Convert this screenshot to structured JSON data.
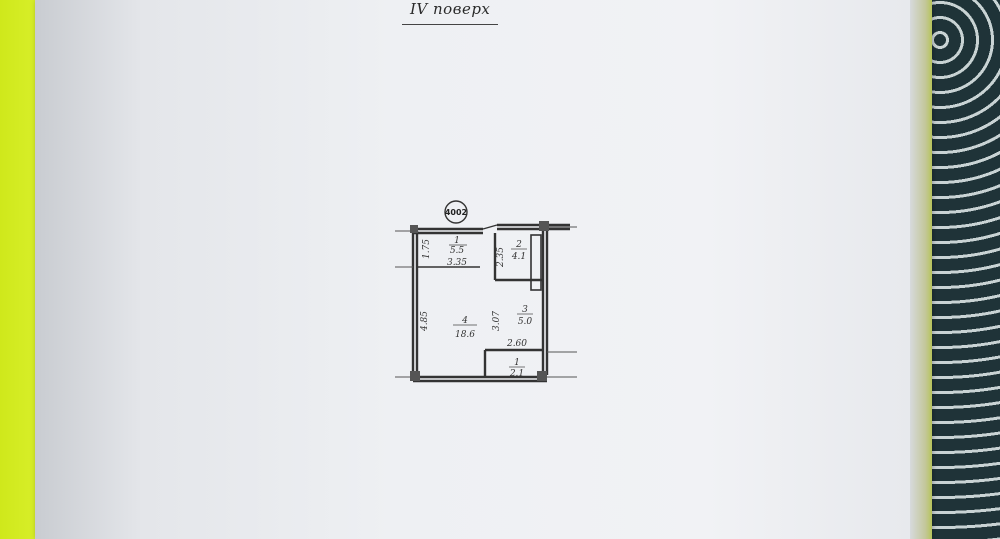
{
  "page": {
    "floor_title": "IV поверх"
  },
  "plan": {
    "unit_number": "4002",
    "rooms": [
      {
        "num": "1",
        "area": "5.5"
      },
      {
        "num": "2",
        "area": "4.1"
      },
      {
        "num": "3",
        "area": "5.0"
      },
      {
        "num": "4",
        "area": "18.6"
      },
      {
        "num": "1",
        "area": "2.1"
      }
    ],
    "dimensions": [
      "1.75",
      "3.35",
      "2.35",
      "4.85",
      "3.07",
      "2.60"
    ]
  }
}
